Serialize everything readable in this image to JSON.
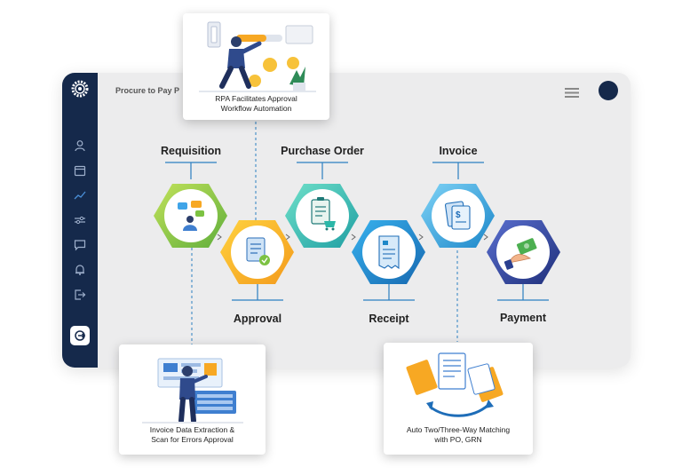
{
  "window": {
    "title": "Procure to Pay P"
  },
  "sidebar": {
    "icons": [
      "user-icon",
      "calendar-icon",
      "chart-line-icon",
      "sliders-icon",
      "chat-icon",
      "bell-icon",
      "exit-icon",
      "logout-icon"
    ]
  },
  "stages": {
    "requisition": "Requisition",
    "approval": "Approval",
    "purchase_order": "Purchase Order",
    "receipt": "Receipt",
    "invoice": "Invoice",
    "payment": "Payment"
  },
  "cards": {
    "top": {
      "line1": "RPA Facilitates Approval",
      "line2": "Workflow Automation"
    },
    "bottom_left": {
      "line1": "Invoice Data Extraction &",
      "line2": "Scan for Errors Approval"
    },
    "bottom_right": {
      "line1": "Auto Two/Three-Way Matching",
      "line2": "with PO, GRN"
    }
  },
  "colors": {
    "sidebar": "#15294b",
    "green": "#7cc242",
    "orange": "#f7a823",
    "teal": "#2bb7a8",
    "blue": "#1e88c8",
    "navy": "#2a3f8f",
    "connector": "#2b7fc1"
  }
}
